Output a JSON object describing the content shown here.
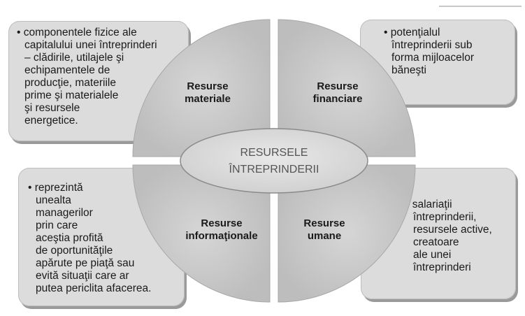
{
  "diagram": {
    "center": {
      "lines": [
        "RESURSELE",
        "ÎNTREPRINDERII"
      ]
    },
    "quadrants": [
      {
        "id": "materiale",
        "lines": [
          "Resurse",
          "materiale"
        ]
      },
      {
        "id": "financiare",
        "lines": [
          "Resurse",
          "financiare"
        ]
      },
      {
        "id": "informationale",
        "lines": [
          "Resurse",
          "informaţionale"
        ]
      },
      {
        "id": "umane",
        "lines": [
          "Resurse",
          "umane"
        ]
      }
    ],
    "boxes": [
      {
        "id": "materiale",
        "lines": [
          "• componentele fizice ale",
          "capitalului unei întreprinderi",
          "– clădirile, utilajele şi",
          "echipamentele de",
          "producţie, materiile",
          "prime şi materialele",
          "şi resursele",
          "energetice."
        ]
      },
      {
        "id": "financiare",
        "lines": [
          "• potenţialul",
          "întreprinderii sub",
          "forma mijloacelor",
          "băneşti"
        ]
      },
      {
        "id": "informationale",
        "lines": [
          "• reprezintă",
          "unealta",
          "managerilor",
          "prin care",
          "aceştia profită",
          "de oportunităţile",
          "apărute pe piaţă sau",
          "evită situaţii care ar",
          "putea periclita afacerea."
        ]
      },
      {
        "id": "umane",
        "lines": [
          "• salariaţii",
          "întreprinderii,",
          "resursele active,",
          "creatoare",
          "ale unei",
          "întreprinderi"
        ]
      }
    ],
    "colors": {
      "circle": "#c9c9c9",
      "box": "#dcdcdc",
      "text": "#1a1a1a",
      "center_text": "#555555"
    }
  }
}
